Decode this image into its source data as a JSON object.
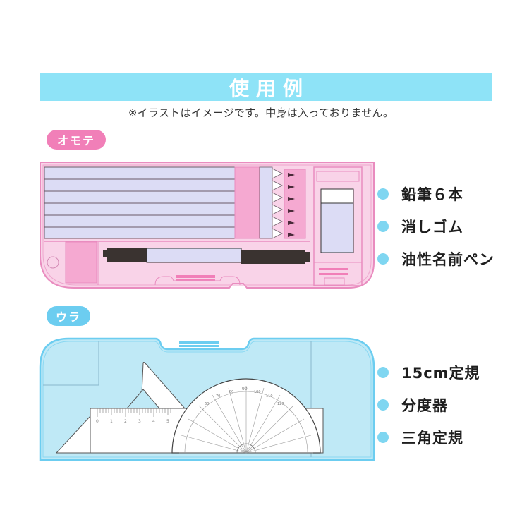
{
  "header": {
    "title": "使用例",
    "note": "※イラストはイメージです。中身は入っておりません。",
    "bar_color": "#8ee3f7"
  },
  "front": {
    "badge": "オモテ",
    "badge_color": "#f17fb8",
    "case_color": "#f8cfe6",
    "items": [
      {
        "label": "鉛筆６本"
      },
      {
        "label": "消しゴム"
      },
      {
        "label": "油性名前ペン"
      }
    ]
  },
  "back": {
    "badge": "ウラ",
    "badge_color": "#6ccdf0",
    "case_color": "#bfe9f6",
    "items": [
      {
        "label": "15cm定規"
      },
      {
        "label": "分度器"
      },
      {
        "label": "三角定規"
      }
    ],
    "ruler_ticks": [
      "0",
      "1",
      "2",
      "3",
      "4",
      "5"
    ],
    "protractor_labels": [
      "90",
      "80",
      "70",
      "60",
      "100",
      "110",
      "120"
    ]
  },
  "bullet_color": "#7fd6f1"
}
